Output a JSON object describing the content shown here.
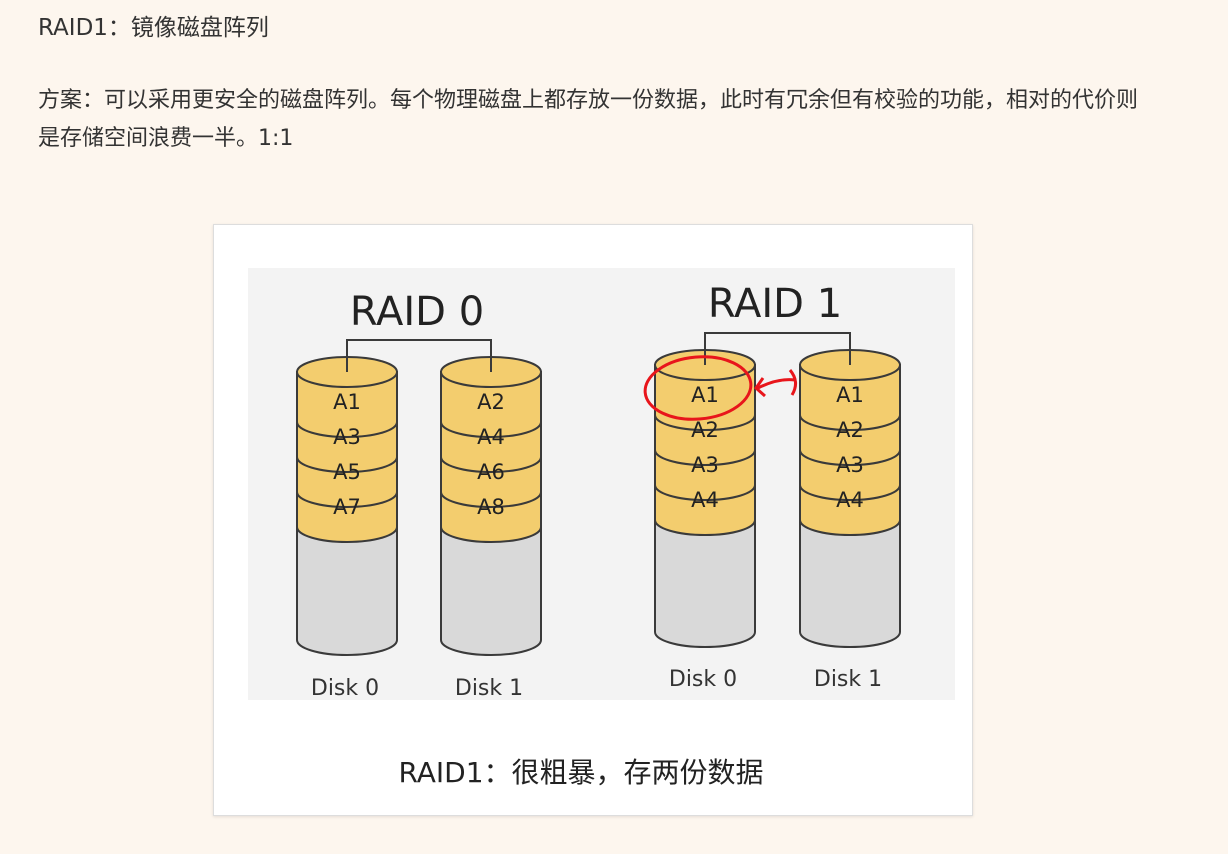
{
  "heading": "RAID1：镜像磁盘阵列",
  "paragraph": "方案：可以采用更安全的磁盘阵列。每个物理磁盘上都存放一份数据，此时有冗余但有校验的功能，相对的代价则是存储空间浪费一半。1:1",
  "figure": {
    "caption": "RAID1：很粗暴，存两份数据",
    "groups": [
      {
        "title": "RAID 0",
        "disks": [
          {
            "name": "Disk 0",
            "blocks": [
              "A1",
              "A3",
              "A5",
              "A7"
            ]
          },
          {
            "name": "Disk 1",
            "blocks": [
              "A2",
              "A4",
              "A6",
              "A8"
            ]
          }
        ]
      },
      {
        "title": "RAID 1",
        "disks": [
          {
            "name": "Disk 0",
            "blocks": [
              "A1",
              "A2",
              "A3",
              "A4"
            ]
          },
          {
            "name": "Disk 1",
            "blocks": [
              "A1",
              "A2",
              "A3",
              "A4"
            ]
          }
        ]
      }
    ],
    "colors": {
      "block": "#f3cd6e",
      "empty": "#d9d9d9",
      "stroke": "#3a3a3a",
      "annotation": "#e8151b"
    }
  }
}
